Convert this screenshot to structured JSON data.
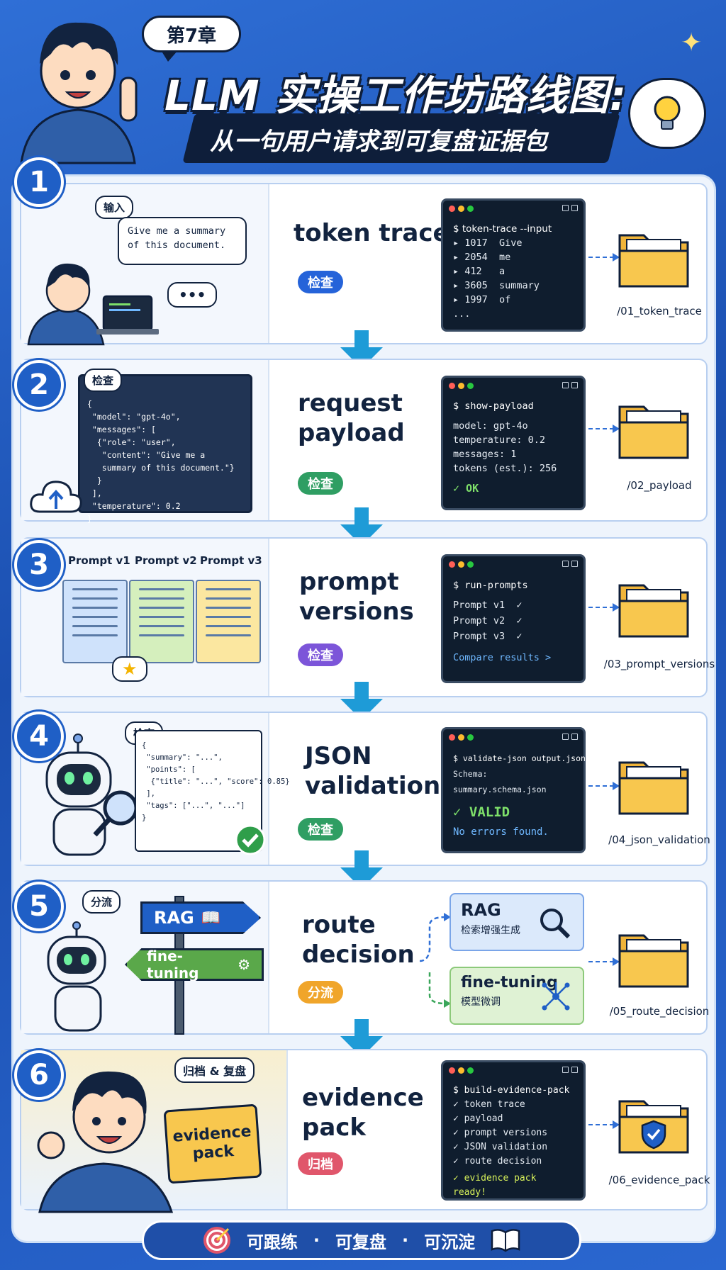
{
  "header": {
    "chapter": "第7章",
    "title": "LLM 实操工作坊路线图:",
    "subtitle": "从一句用户请求到可复盘证据包"
  },
  "steps": [
    {
      "number": "1",
      "bubble_label": "输入",
      "input_text_1": "Give me a summary",
      "input_text_2": "of this document.",
      "typing": "•••",
      "title_1": "token trace",
      "title_2": "",
      "tag": "检查",
      "tag_color": "#2563d9",
      "terminal": {
        "command": "$ token-trace --input",
        "lines": [
          "▸ 1017  Give",
          "▸ 2054  me",
          "▸ 412   a",
          "▸ 3605  summary",
          "▸ 1997  of",
          "..."
        ]
      },
      "folder": "/01_token_trace"
    },
    {
      "number": "2",
      "bubble_label": "检查",
      "code": "{\n \"model\": \"gpt-4o\",\n \"messages\": [\n  {\"role\": \"user\",\n   \"content\": \"Give me a\n   summary of this document.\"}\n  }\n ],\n \"temperature\": 0.2\n}",
      "title_1": "request",
      "title_2": "payload",
      "tag": "检查",
      "tag_color": "#2f9e63",
      "terminal": {
        "command": "$ show-payload",
        "lines": [
          "model: gpt-4o",
          "temperature: 0.2",
          "messages: 1",
          "tokens (est.): 256"
        ],
        "status": "✓ OK"
      },
      "folder": "/02_payload"
    },
    {
      "number": "3",
      "versions": [
        "Prompt v1",
        "Prompt v2",
        "Prompt v3"
      ],
      "star": "★",
      "title_1": "prompt",
      "title_2": "versions",
      "tag": "检查",
      "tag_color": "#7c55d9",
      "terminal": {
        "command": "$ run-prompts",
        "lines": [
          "Prompt v1  ✓",
          "Prompt v2  ✓",
          "Prompt v3  ✓"
        ],
        "link": "Compare results >"
      },
      "folder": "/03_prompt_versions"
    },
    {
      "number": "4",
      "bubble_label": "检查",
      "code": "{\n \"summary\": \"...\",\n \"points\": [\n  {\"title\": \"...\", \"score\": 0.85}\n ],\n \"tags\": [\"...\", \"...\"]\n}",
      "title_1": "JSON",
      "title_2": "validation",
      "tag": "检查",
      "tag_color": "#2f9e63",
      "terminal": {
        "command": "$ validate-json output.json",
        "lines": [
          "Schema: summary.schema.json"
        ],
        "status": "✓ VALID",
        "note": "No errors found."
      },
      "folder": "/04_json_validation"
    },
    {
      "number": "5",
      "bubble_label": "分流",
      "sign_rag": "RAG",
      "sign_ft": "fine-tuning",
      "title_1": "route",
      "title_2": "decision",
      "tag": "分流",
      "tag_color": "#f0a52a",
      "route_rag_title": "RAG",
      "route_rag_sub": "检索增强生成",
      "route_ft_title": "fine-tuning",
      "route_ft_sub": "模型微调",
      "folder": "/05_route_decision"
    },
    {
      "number": "6",
      "bubble_label": "归档 & 复盘",
      "folder_text_1": "evidence",
      "folder_text_2": "pack",
      "title_1": "evidence",
      "title_2": "pack",
      "tag": "归档",
      "tag_color": "#e0566b",
      "terminal": {
        "command": "$ build-evidence-pack",
        "lines": [
          "✓ token trace",
          "✓ payload",
          "✓ prompt versions",
          "✓ JSON validation",
          "✓ route decision"
        ],
        "status": "✓ evidence pack ready!"
      },
      "folder": "/06_evidence_pack"
    }
  ],
  "footer": {
    "item_1": "可跟练",
    "item_2": "可复盘",
    "item_3": "可沉淀",
    "sep": "·"
  }
}
